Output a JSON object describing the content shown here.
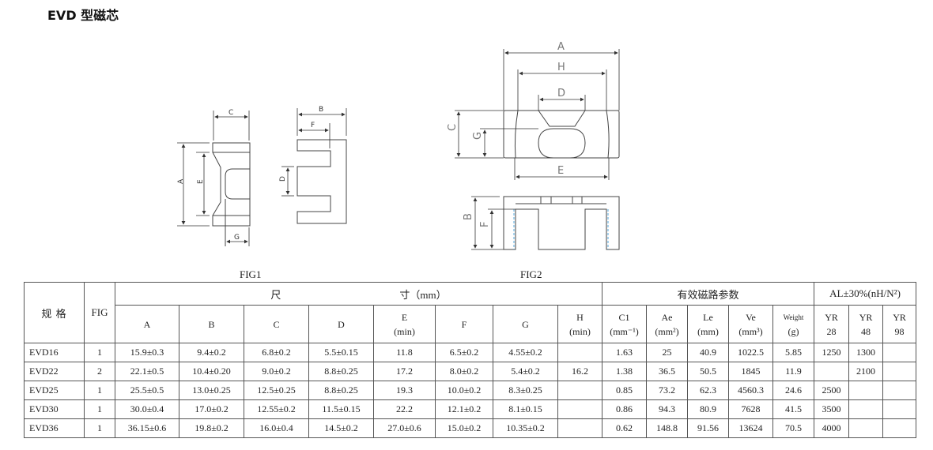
{
  "title": "EVD 型磁芯",
  "figures": {
    "fig1": {
      "caption": "FIG1",
      "labels": {
        "A": "A",
        "B": "B",
        "C": "C",
        "D": "D",
        "E": "E",
        "F": "F",
        "G": "G"
      }
    },
    "fig2": {
      "caption": "FIG2",
      "labels": {
        "A": "A",
        "B": "B",
        "C": "C",
        "D": "D",
        "E": "E",
        "F": "F",
        "G": "G",
        "H": "H"
      }
    }
  },
  "table": {
    "header": {
      "spec": "规  格",
      "fig": "FIG",
      "dims_group_a": "尺",
      "dims_group_b": "寸（mm）",
      "mag_group": "有效磁路参数",
      "al_group": "AL±30%(nH/N²)",
      "cols": {
        "A": "A",
        "B": "B",
        "C": "C",
        "D": "D",
        "E": "E",
        "E_sub": "(min)",
        "F": "F",
        "G": "G",
        "H": "H",
        "H_sub": "(min)",
        "C1": "C1",
        "C1_unit": "(mm⁻¹)",
        "Ae": "Ae",
        "Ae_unit": "(mm²)",
        "Le": "Le",
        "Le_unit": "(mm)",
        "Ve": "Ve",
        "Ve_unit": "(mm³)",
        "Weight": "Weight",
        "Weight_unit": "(g)",
        "YR28a": "YR",
        "YR28b": "28",
        "YR48a": "YR",
        "YR48b": "48",
        "YR98a": "YR",
        "YR98b": "98"
      }
    },
    "rows": [
      [
        "EVD16",
        "1",
        "15.9±0.3",
        "9.4±0.2",
        "6.8±0.2",
        "5.5±0.15",
        "11.8",
        "6.5±0.2",
        "4.55±0.2",
        "",
        "1.63",
        "25",
        "40.9",
        "1022.5",
        "5.85",
        "1250",
        "1300",
        ""
      ],
      [
        "EVD22",
        "2",
        "22.1±0.5",
        "10.4±0.20",
        "9.0±0.2",
        "8.8±0.25",
        "17.2",
        "8.0±0.2",
        "5.4±0.2",
        "16.2",
        "1.38",
        "36.5",
        "50.5",
        "1845",
        "11.9",
        "",
        "2100",
        ""
      ],
      [
        "EVD25",
        "1",
        "25.5±0.5",
        "13.0±0.25",
        "12.5±0.25",
        "8.8±0.25",
        "19.3",
        "10.0±0.2",
        "8.3±0.25",
        "",
        "0.85",
        "73.2",
        "62.3",
        "4560.3",
        "24.6",
        "2500",
        "",
        ""
      ],
      [
        "EVD30",
        "1",
        "30.0±0.4",
        "17.0±0.2",
        "12.55±0.2",
        "11.5±0.15",
        "22.2",
        "12.1±0.2",
        "8.1±0.15",
        "",
        "0.86",
        "94.3",
        "80.9",
        "7628",
        "41.5",
        "3500",
        "",
        ""
      ],
      [
        "EVD36",
        "1",
        "36.15±0.6",
        "19.8±0.2",
        "16.0±0.4",
        "14.5±0.2",
        "27.0±0.6",
        "15.0±0.2",
        "10.35±0.2",
        "",
        "0.62",
        "148.8",
        "91.56",
        "13624",
        "70.5",
        "4000",
        "",
        ""
      ]
    ]
  }
}
